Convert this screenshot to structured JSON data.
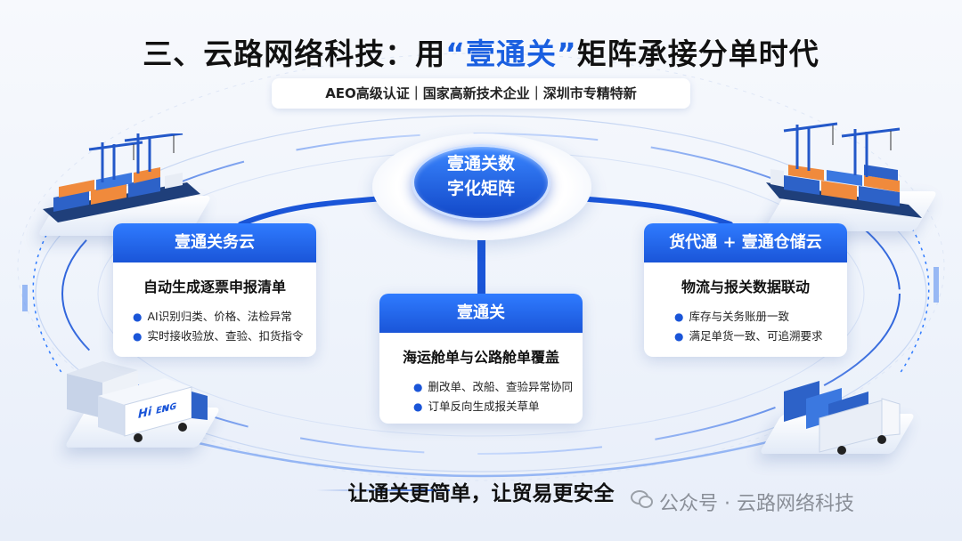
{
  "title": {
    "prefix": "三、云路网络科技：用",
    "highlight": "“壹通关”",
    "suffix": "矩阵承接分单时代"
  },
  "certifications": "AEO高级认证｜国家高新技术企业｜深圳市专精特新",
  "hub": {
    "line1": "壹通关数",
    "line2": "字化矩阵"
  },
  "cards": {
    "left": {
      "header": "壹通关务云",
      "subtitle": "自动生成逐票申报清单",
      "bullets": [
        "AI识别归类、价格、法检异常",
        "实时接收验放、查验、扣货指令"
      ]
    },
    "middle": {
      "header": "壹通关",
      "subtitle": "海运舱单与公路舱单覆盖",
      "bullets": [
        "删改单、改船、查验异常协同",
        "订单反向生成报关草单"
      ]
    },
    "right": {
      "header": "货代通 + 壹通仓储云",
      "subtitle": "物流与报关数据联动",
      "bullets": [
        "库存与关务账册一致",
        "满足单货一致、可追溯要求"
      ]
    }
  },
  "truck_logo": "Hi ᴇɴɢ",
  "slogan": "让通关更简单，让贸易更安全",
  "watermark": "公众号 · 云路网络科技",
  "colors": {
    "accent": "#1a55d8",
    "accent_light": "#2f7bff",
    "container_orange": "#f08a3c",
    "container_blue": "#2d62c8"
  }
}
